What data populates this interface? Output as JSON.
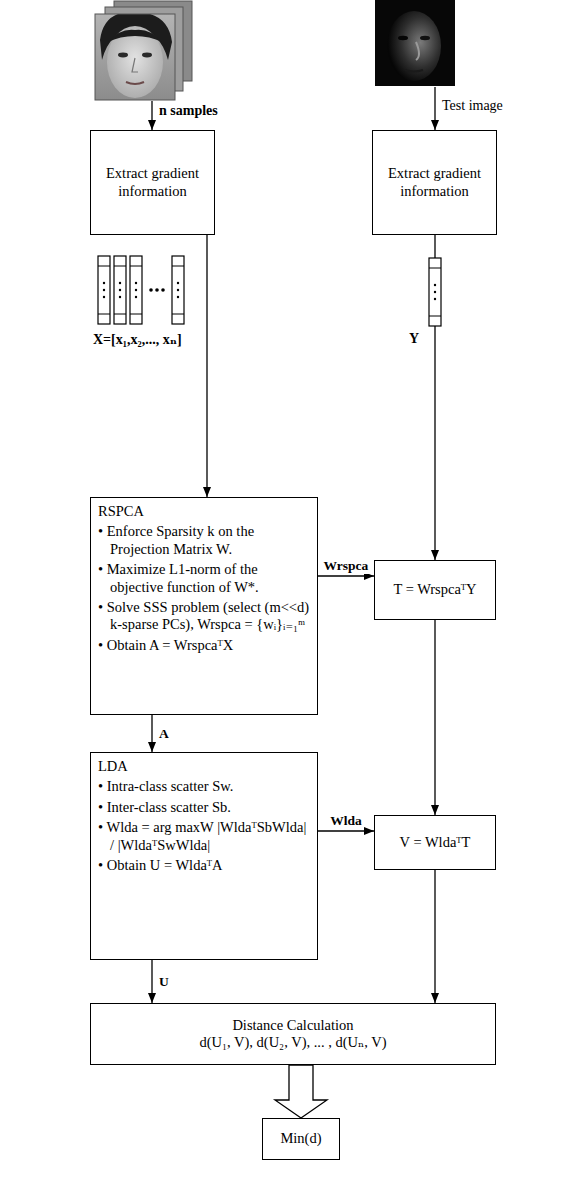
{
  "diagram": {
    "nodes": [
      {
        "text": [
          "Extract gradient information"
        ]
      },
      {
        "text": [
          "Extract gradient information"
        ]
      },
      {
        "text": [
          "RSPCA",
          "• Enforce Sparsity k on the Projection Matrix W.",
          "• Maximize L1-norm of the objective function of W*.",
          "• Solve SSS problem (select (m<<d) k-sparse PCs), Wrspca = {wᵢ}ᵢ₌₁ᵐ",
          "• Obtain A = WrspcaᵀX"
        ]
      },
      {
        "text": [
          "T = WrspcaᵀY"
        ]
      },
      {
        "text": [
          "LDA",
          "• Intra-class scatter Sw.",
          "• Inter-class scatter Sb.",
          "• Wlda = arg maxW |WldaᵀSbWlda| / |WldaᵀSwWlda|",
          "• Obtain U = WldaᵀA"
        ]
      },
      {
        "text": [
          "V = WldaᵀT"
        ]
      },
      {
        "text": [
          "Distance Calculation",
          "d(U₁, V), d(U₂, V), ... , d(Uₙ, V)"
        ]
      },
      {
        "text": [
          "Min(d)"
        ]
      }
    ],
    "edges": [
      {
        "from": 0,
        "to": 2,
        "arrow": "to"
      },
      {
        "from": 1,
        "to": 3,
        "arrow": "to"
      },
      {
        "from": 2,
        "to": 3,
        "label": "Wrspca",
        "arrow": "to"
      },
      {
        "from": 2,
        "to": 4,
        "label": "A",
        "arrow": "to"
      },
      {
        "from": 3,
        "to": 5,
        "arrow": "to"
      },
      {
        "from": 4,
        "to": 5,
        "label": "Wlda",
        "arrow": "to"
      },
      {
        "from": 4,
        "to": 6,
        "label": "U",
        "arrow": "to"
      },
      {
        "from": 5,
        "to": 6,
        "arrow": "to"
      },
      {
        "from": 6,
        "to": 7,
        "arrow": "to"
      }
    ],
    "labels": [
      "n samples",
      "Test image",
      "X=[x₁,x₂,..., xₙ]",
      "Y"
    ]
  }
}
